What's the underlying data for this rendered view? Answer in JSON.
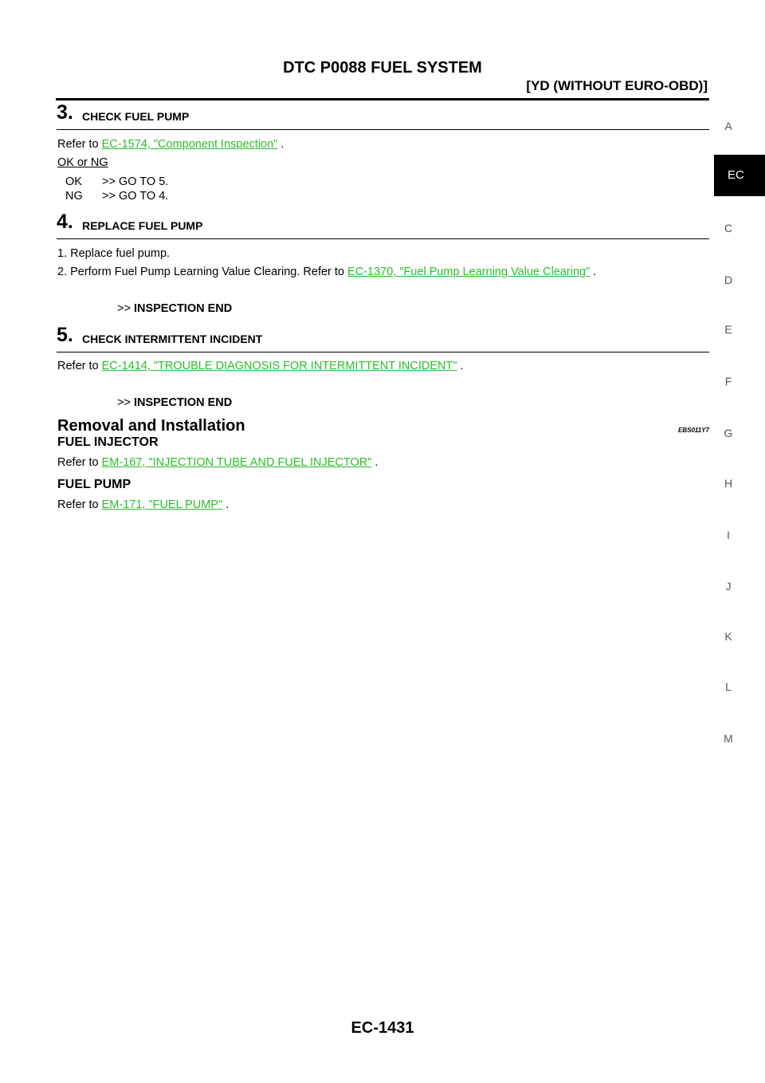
{
  "header": {
    "title": "DTC P0088 FUEL SYSTEM",
    "subtitle": "[YD (WITHOUT EURO-OBD)]"
  },
  "step3": {
    "number": "3.",
    "title": "CHECK FUEL PUMP",
    "refer_prefix": "Refer to",
    "link": "EC-1574, \"Component Inspection\"",
    "refer_suffix": ".",
    "ok_ng_label": "OK or NG",
    "ok_key": "OK",
    "ok_value": ">> GO TO 5.",
    "ng_key": "NG",
    "ng_value": ">> GO TO 4."
  },
  "step4": {
    "number": "4.",
    "title": "REPLACE FUEL PUMP",
    "item1": "1.   Replace fuel pump.",
    "item2_prefix": "2.   Perform Fuel Pump Learning Value Clearing. Refer to",
    "item2_link": "EC-1370, \"Fuel Pump Learning Value Clearing\"",
    "item2_suffix": ".",
    "arrow": ">>",
    "end": "INSPECTION END"
  },
  "step5": {
    "number": "5.",
    "title": "CHECK INTERMITTENT INCIDENT",
    "refer_prefix": "Refer to",
    "link": "EC-1414, \"TROUBLE DIAGNOSIS FOR INTERMITTENT INCIDENT\"",
    "refer_suffix": ".",
    "arrow": ">>",
    "end": "INSPECTION END"
  },
  "removal": {
    "title": "Removal and Installation",
    "code": "EBS011Y7",
    "injector": {
      "title": "FUEL INJECTOR",
      "refer_prefix": "Refer to",
      "link": "EM-167, \"INJECTION TUBE AND FUEL INJECTOR\"",
      "refer_suffix": "."
    },
    "pump": {
      "title": "FUEL PUMP",
      "refer_prefix": "Refer to",
      "link": "EM-171, \"FUEL PUMP\"",
      "refer_suffix": "."
    }
  },
  "side_tabs": [
    "A",
    "EC",
    "C",
    "D",
    "E",
    "F",
    "G",
    "H",
    "I",
    "J",
    "K",
    "L",
    "M"
  ],
  "active_tab": "EC",
  "footer": {
    "page": "EC-1431"
  },
  "colors": {
    "link": "#2bbd2b",
    "tab_active_bg": "#000000"
  }
}
